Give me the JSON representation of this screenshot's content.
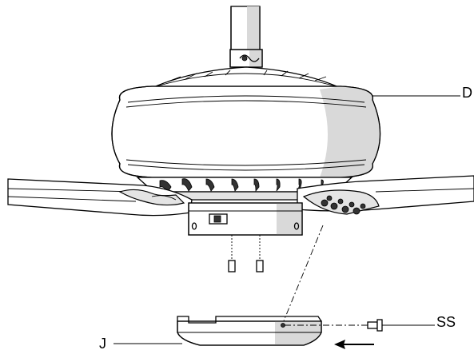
{
  "labels": {
    "d": "D",
    "ss": "SS",
    "j": "J"
  }
}
